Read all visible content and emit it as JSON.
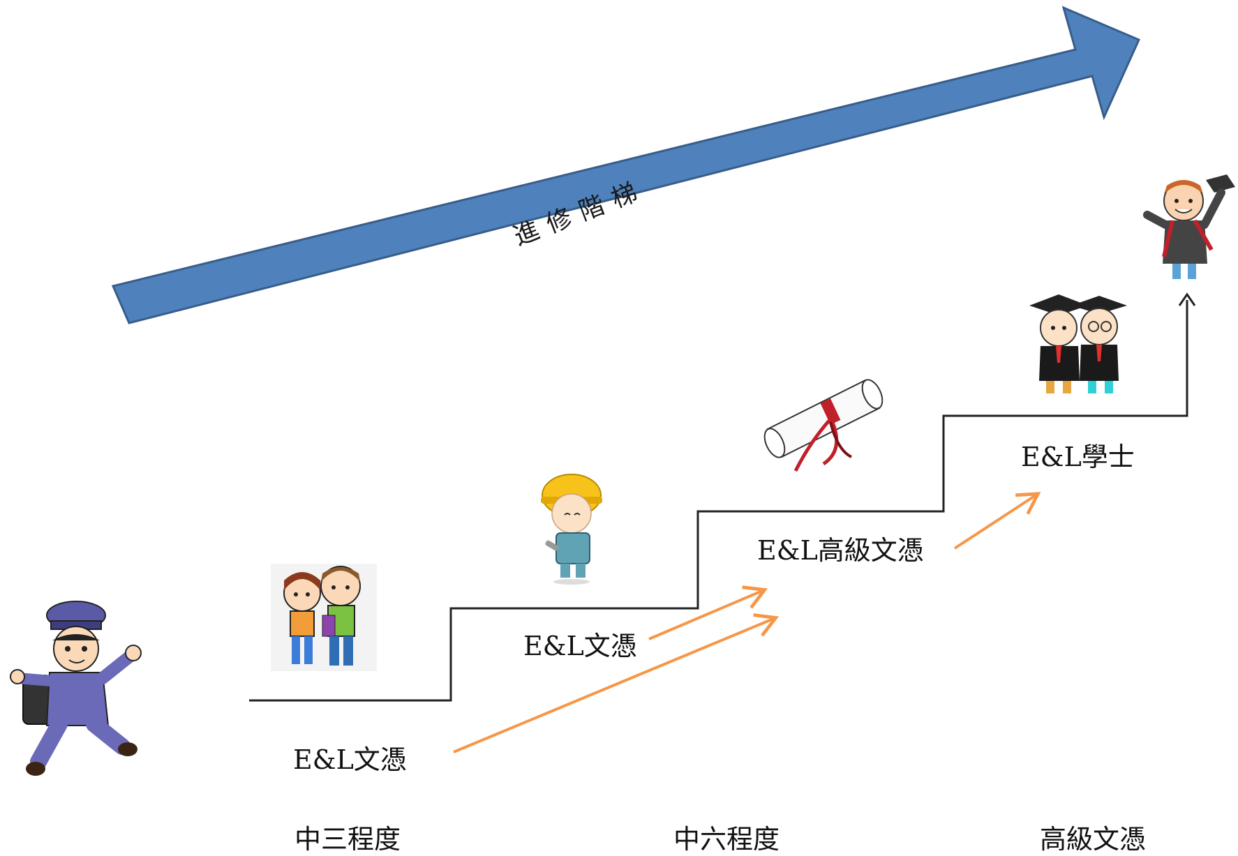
{
  "ladder": {
    "title": "進修階梯",
    "colors": {
      "big_arrow": "#4f81bd",
      "big_arrow_stroke": "#385d8a",
      "small_arrows": "#f79646",
      "steps": "#222222"
    }
  },
  "steps": [
    {
      "label": "E&L文憑"
    },
    {
      "label": "E&L文憑"
    },
    {
      "label": "E&L高級文憑"
    },
    {
      "label": "E&L學士"
    }
  ],
  "levels": [
    "中三程度",
    "中六程度",
    "高級文憑"
  ],
  "figures": [
    {
      "icon": "running-schoolboy-icon"
    },
    {
      "icon": "students-with-books-icon"
    },
    {
      "icon": "construction-worker-icon"
    },
    {
      "icon": "diploma-scroll-icon"
    },
    {
      "icon": "two-graduates-icon"
    },
    {
      "icon": "jumping-graduate-icon"
    }
  ]
}
